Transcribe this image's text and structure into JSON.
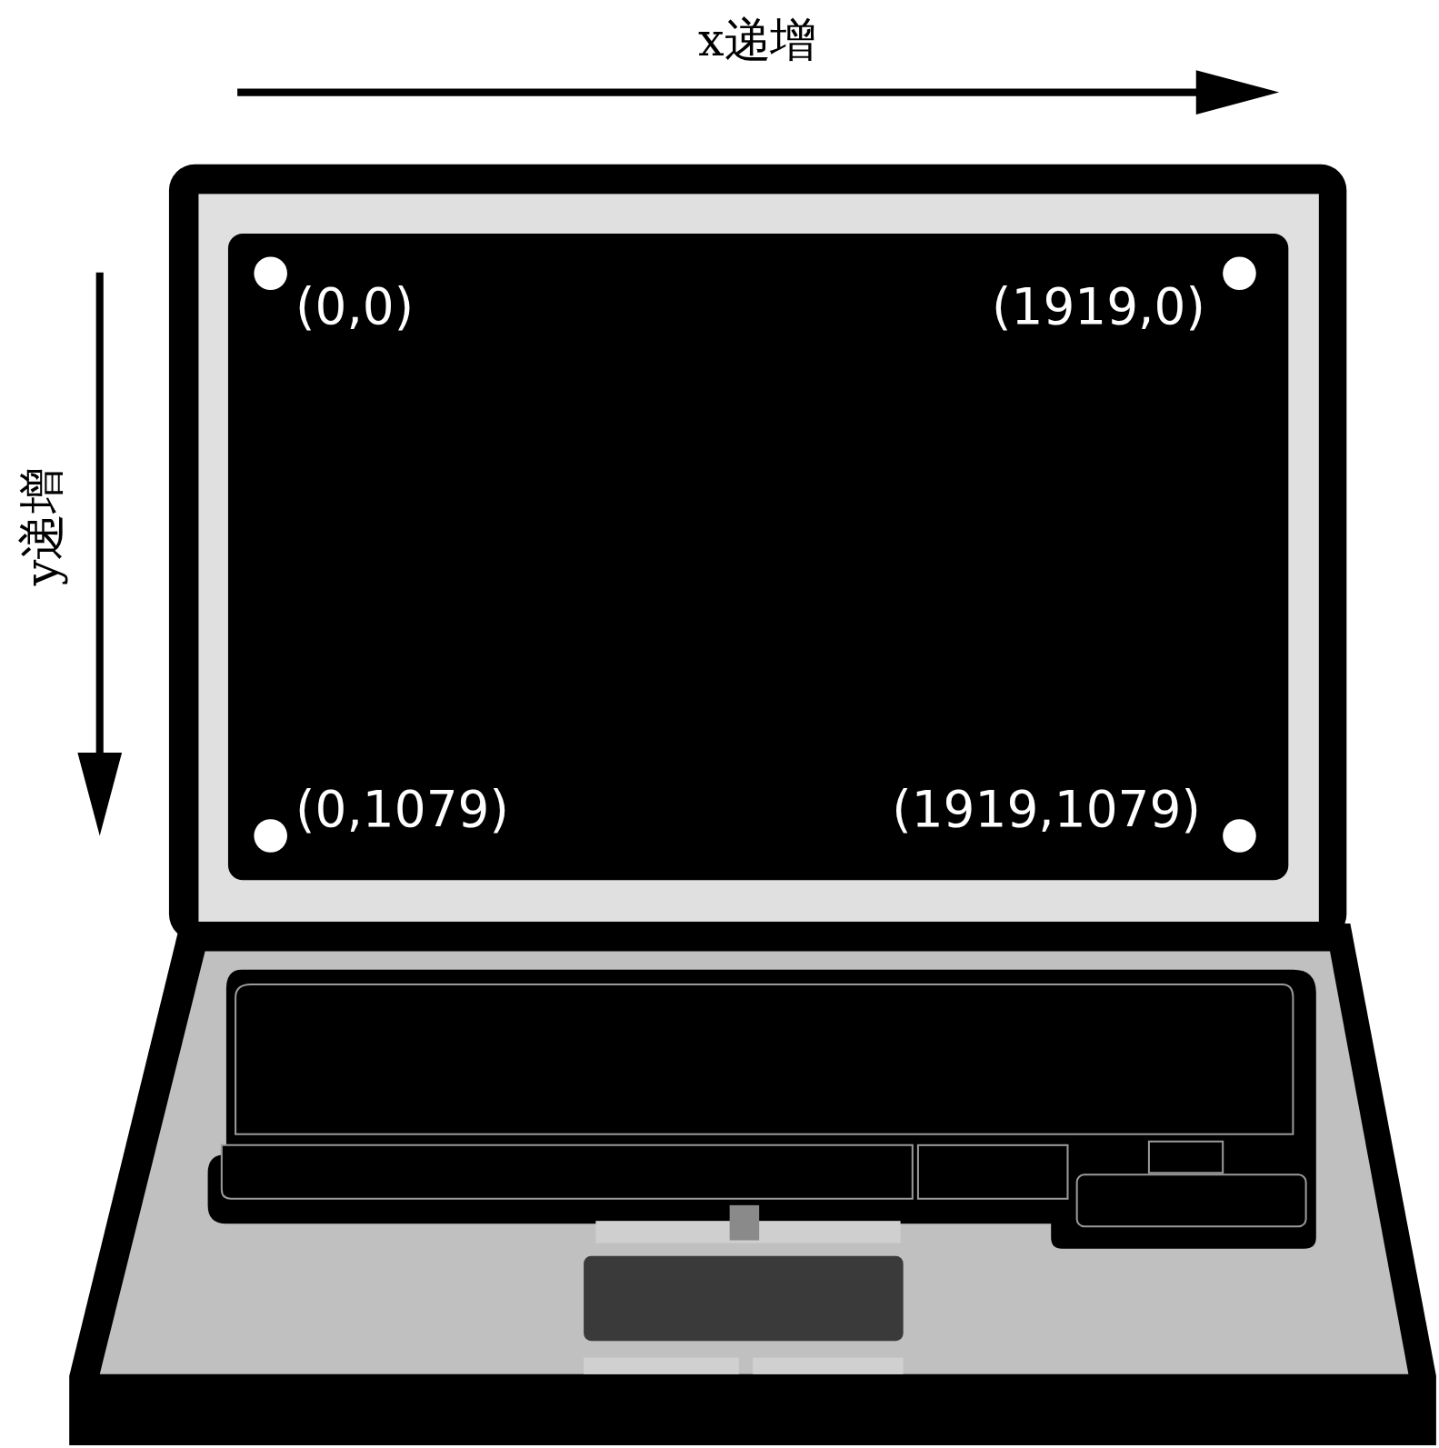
{
  "diagram": {
    "labels": [
      "x递增",
      "y递增",
      "(0,0)",
      "(1919,0)",
      "(0,1079)",
      "(1919,1079)"
    ]
  }
}
